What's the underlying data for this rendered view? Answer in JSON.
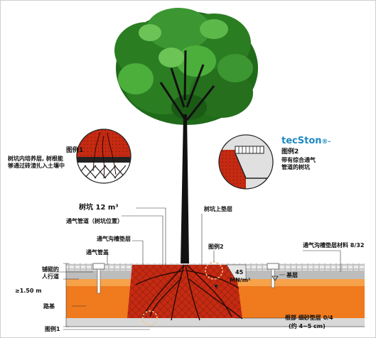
{
  "labels": {
    "legend1_title": "图例1",
    "legend1_desc_line1": "树坑内培养层, 树根能",
    "legend1_desc_line2": "够通过砖渣扎入土壤中",
    "brand_name": "tecSton",
    "brand_mark": "®-",
    "legend2_title": "图例2",
    "legend2_desc_line1": "带有综合通气",
    "legend2_desc_line2": "管道的树坑",
    "pit_volume": "树坑  12 m³",
    "pit_top_layer": "树坑上垫层",
    "vent_pipe_position": "通气管道（树坑位置）",
    "vent_trench_base": "通气沟槽垫层",
    "vent_pipe_cap": "通气管盖",
    "legend2_marker": "图例2",
    "vent_trench_material": "通气沟槽垫层材料  8/32",
    "paved_sidewalk_line1": "铺砌的",
    "paved_sidewalk_line2": "人行道",
    "depth": "≥1.50 m",
    "load_value": "45",
    "load_unit": "MN/m²",
    "base_layer": "基层",
    "roadbed": "路基",
    "root_sand_layer": "根部  细砂垫层 0/4",
    "root_sand_thickness": "(约 4~5 cm)",
    "legend1_marker": "图例1"
  },
  "colors": {
    "foliage_dark": "#1f6b1a",
    "foliage_light": "#4caf3c",
    "trunk": "#111111",
    "pit_red": "#c62a12",
    "soil_orange": "#f07a1e",
    "soil_light": "#f6a24a",
    "pavement": "#d8d8d8",
    "brand_blue": "#1e88c4"
  }
}
